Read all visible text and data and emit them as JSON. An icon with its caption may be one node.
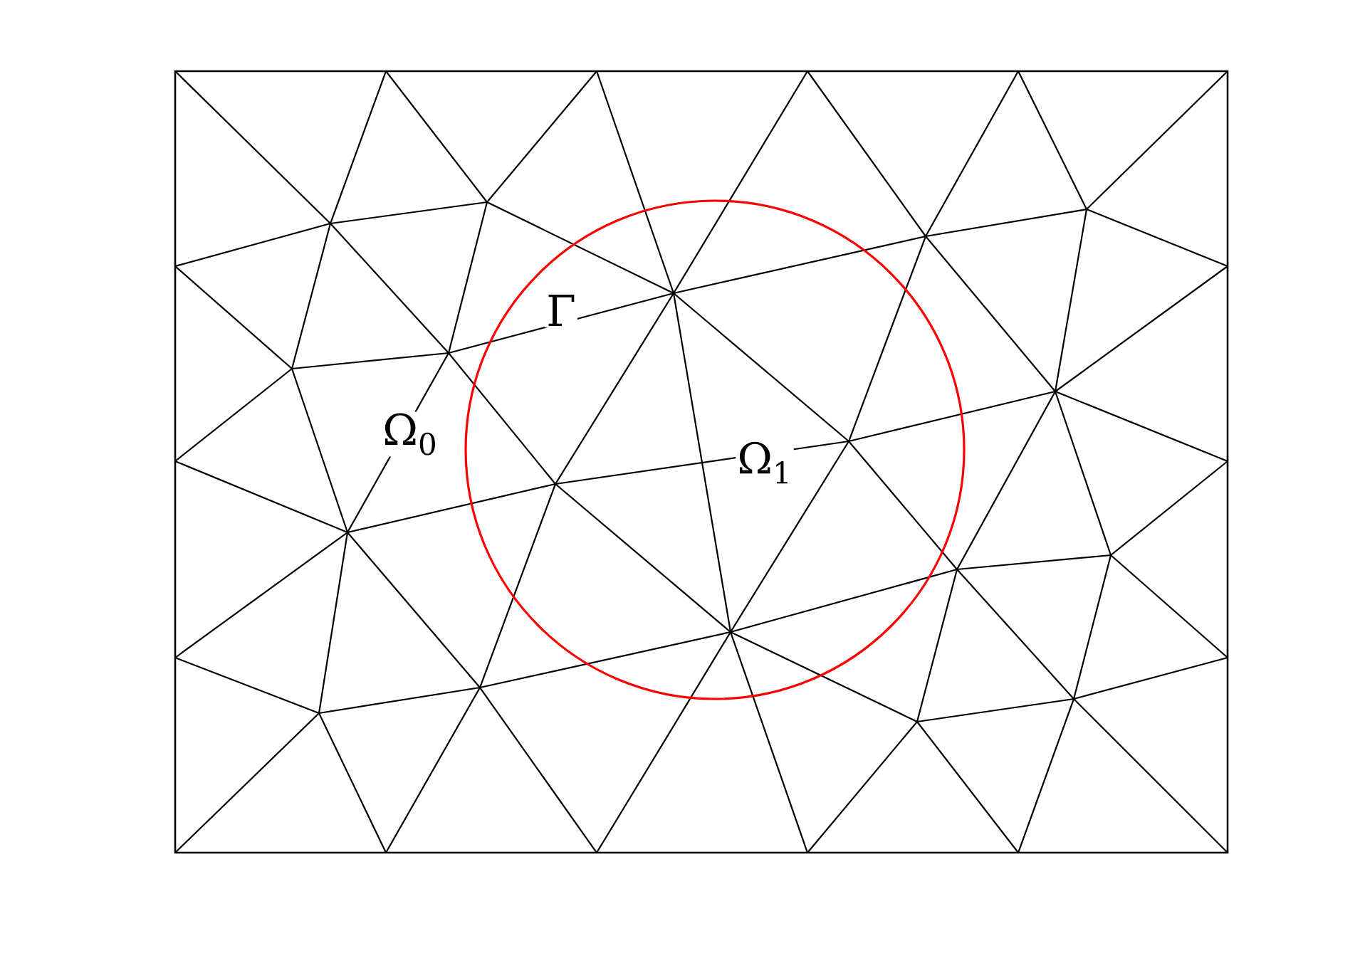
{
  "diagram": {
    "labels": [
      "Γ",
      "Ω$_{0}$",
      "Ω$_{1}$"
    ]
  }
}
